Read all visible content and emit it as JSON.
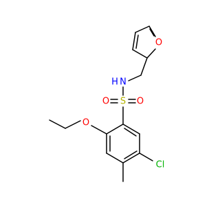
{
  "atoms": {
    "furan_oxygen": "O",
    "amine_nitrogen": "N",
    "amine_hydrogen": "H",
    "sulfur": "S",
    "sulfonyl_oxygen_left": "O",
    "sulfonyl_oxygen_right": "O",
    "ether_oxygen": "O",
    "chlorine": "Cl"
  },
  "colors": {
    "bond": "#000000",
    "oxygen": "#ff0000",
    "nitrogen": "#0000ff",
    "sulfur": "#b3b300",
    "chlorine": "#00b300",
    "background": "#ffffff"
  }
}
